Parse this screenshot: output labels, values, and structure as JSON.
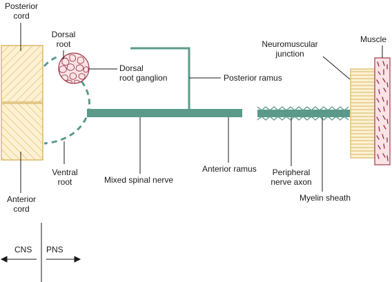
{
  "labels": {
    "posterior_cord": [
      "Posterior",
      "cord"
    ],
    "dorsal_root": [
      "Dorsal",
      "root"
    ],
    "dorsal_root_ganglion": [
      "Dorsal",
      "root ganglion"
    ],
    "posterior_ramus": "Posterior ramus",
    "neuromuscular_junction": [
      "Neuromuscular",
      "junction"
    ],
    "muscle": "Muscle",
    "anterior_cord": [
      "Anterior",
      "cord"
    ],
    "ventral_root": [
      "Ventral",
      "root"
    ],
    "mixed_spinal_nerve": "Mixed spinal nerve",
    "anterior_ramus": "Anterior ramus",
    "peripheral_nerve_axon": [
      "Peripheral",
      "nerve axon"
    ],
    "myelin_sheath": "Myelin sheath",
    "cns": "CNS",
    "pns": "PNS"
  },
  "colors": {
    "nerve": "#5b9a8b",
    "cord_fill": "#fdf1d3",
    "cord_stroke": "#d9b45f",
    "ganglion_fill": "#fbe3e6",
    "ganglion_stroke": "#9e3a4a",
    "muscle_fill": "#fbe3e6",
    "muscle_mark": "#9e3a4a",
    "leader": "#1a1a1a"
  }
}
